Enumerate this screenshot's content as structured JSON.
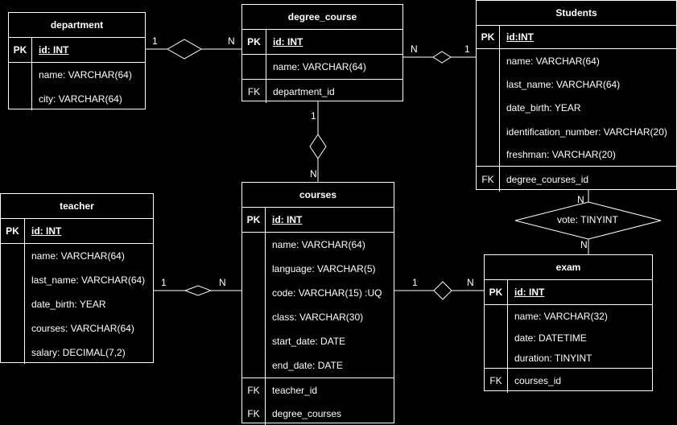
{
  "entities": {
    "department": {
      "title": "department",
      "pk": {
        "key": "PK",
        "field": "id: INT"
      },
      "fields": [
        "name: VARCHAR(64)",
        "city: VARCHAR(64)"
      ]
    },
    "degree_course": {
      "title": "degree_course",
      "pk": {
        "key": "PK",
        "field": "id: INT"
      },
      "fields": [
        "name: VARCHAR(64)"
      ],
      "fk": [
        {
          "key": "FK",
          "field": "department_id"
        }
      ]
    },
    "students": {
      "title": "Students",
      "pk": {
        "key": "PK",
        "field": "id:INT"
      },
      "fields": [
        "name:  VARCHAR(64)",
        "last_name:  VARCHAR(64)",
        "date_birth: YEAR",
        "identification_number: VARCHAR(20)",
        "freshman: VARCHAR(20)"
      ],
      "fk": [
        {
          "key": "FK",
          "field": "degree_courses_id"
        }
      ]
    },
    "teacher": {
      "title": "teacher",
      "pk": {
        "key": "PK",
        "field": "id: INT"
      },
      "fields": [
        "name:  VARCHAR(64)",
        "last_name:  VARCHAR(64)",
        "date_birth: YEAR",
        "courses: VARCHAR(64)",
        "salary: DECIMAL(7,2)"
      ]
    },
    "courses": {
      "title": "courses",
      "pk": {
        "key": "PK",
        "field": "id: INT"
      },
      "fields": [
        "name:  VARCHAR(64)",
        "language:  VARCHAR(5)",
        "code:  VARCHAR(15) :UQ",
        "class:  VARCHAR(30)",
        "start_date: DATE",
        "end_date: DATE"
      ],
      "fk": [
        {
          "key": "FK",
          "field": "teacher_id"
        },
        {
          "key": "FK",
          "field": "degree_courses"
        }
      ]
    },
    "exam": {
      "title": "exam",
      "pk": {
        "key": "PK",
        "field": "id: INT"
      },
      "fields": [
        "name: VARCHAR(32)",
        "date: DATETIME",
        "duration: TINYINT"
      ],
      "fk": [
        {
          "key": "FK",
          "field": "courses_id"
        }
      ]
    }
  },
  "relationships": {
    "department_degree": {
      "left": "1",
      "right": "N"
    },
    "degree_students": {
      "left": "N",
      "right": "1"
    },
    "degree_courses": {
      "top": "1",
      "bottom": "N"
    },
    "teacher_courses": {
      "left": "1",
      "right": "N"
    },
    "courses_exam": {
      "left": "1",
      "right": "N"
    },
    "students_exam": {
      "top": "N",
      "bottom": "N",
      "attribute": "vote: TINYINT"
    }
  },
  "colors": {
    "background": "#000000",
    "foreground": "#ffffff"
  }
}
